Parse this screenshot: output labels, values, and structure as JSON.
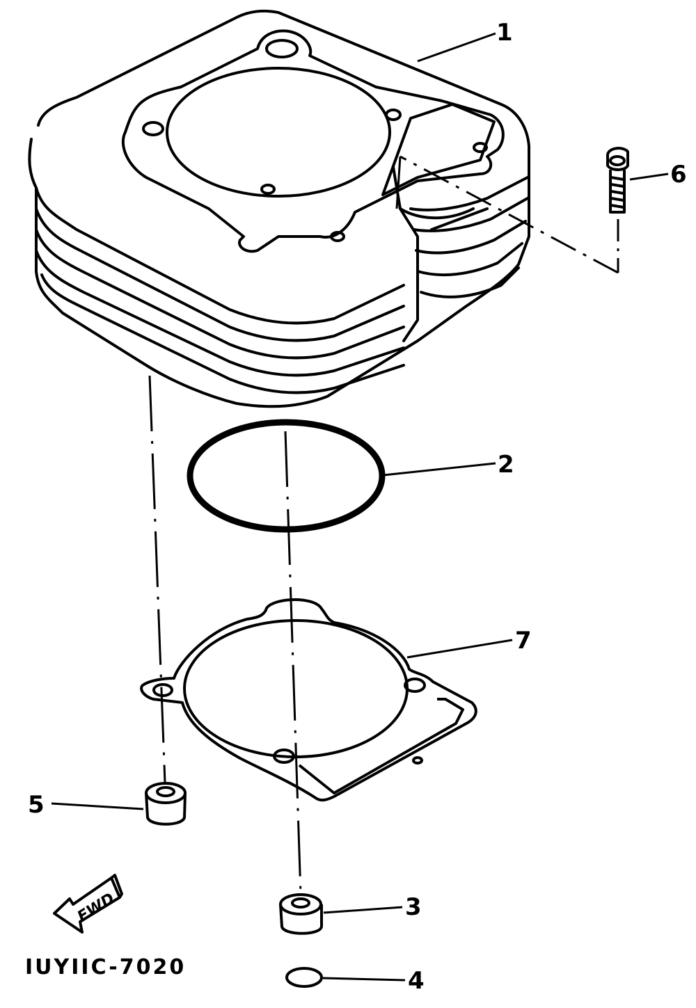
{
  "diagram": {
    "callouts": [
      {
        "id": "1",
        "label": "1"
      },
      {
        "id": "2",
        "label": "2"
      },
      {
        "id": "3",
        "label": "3"
      },
      {
        "id": "4",
        "label": "4"
      },
      {
        "id": "5",
        "label": "5"
      },
      {
        "id": "6",
        "label": "6"
      },
      {
        "id": "7",
        "label": "7"
      }
    ],
    "fwd_label": "FWD",
    "drawing_code": "IUYIIC-7020"
  },
  "colors": {
    "line": "#000000",
    "background": "#ffffff"
  }
}
